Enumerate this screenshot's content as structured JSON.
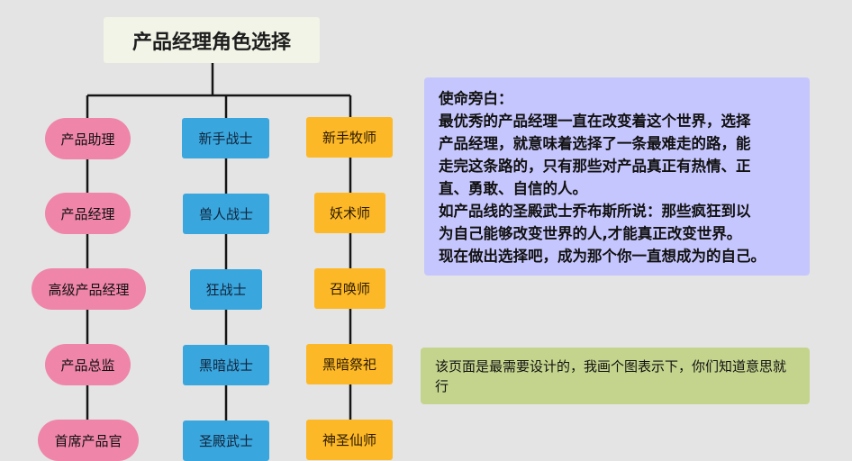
{
  "title": "产品经理角色选择",
  "columns": {
    "pink": [
      "产品助理",
      "产品经理",
      "高级产品经理",
      "产品总监",
      "首席产品官"
    ],
    "blue": [
      "新手战士",
      "兽人战士",
      "狂战士",
      "黑暗战士",
      "圣殿武士"
    ],
    "orange": [
      "新手牧师",
      "妖术师",
      "召唤师",
      "黑暗祭祀",
      "神圣仙师"
    ]
  },
  "narration": {
    "heading": "使命旁白：",
    "lines": [
      "最优秀的产品经理一直在改变着这个世界，选择",
      "产品经理，就意味着选择了一条最难走的路，能",
      "走完这条路的，只有那些对产品真正有热情、正",
      "直、勇敢、自信的人。",
      "如产品线的圣殿武士乔布斯所说：那些疯狂到以",
      "为自己能够改变世界的人,才能真正改变世界。",
      "现在做出选择吧，成为那个你一直想成为的自己。"
    ]
  },
  "note": "该页面是最需要设计的，我画个图表示下，你们知道意思就行",
  "colors": {
    "background": "#e4e4e4",
    "pink": "#ef85a8",
    "blue": "#3aa6de",
    "orange": "#fdb827",
    "purple_panel": "#c6c6fe",
    "green_panel": "#c4d48d"
  }
}
